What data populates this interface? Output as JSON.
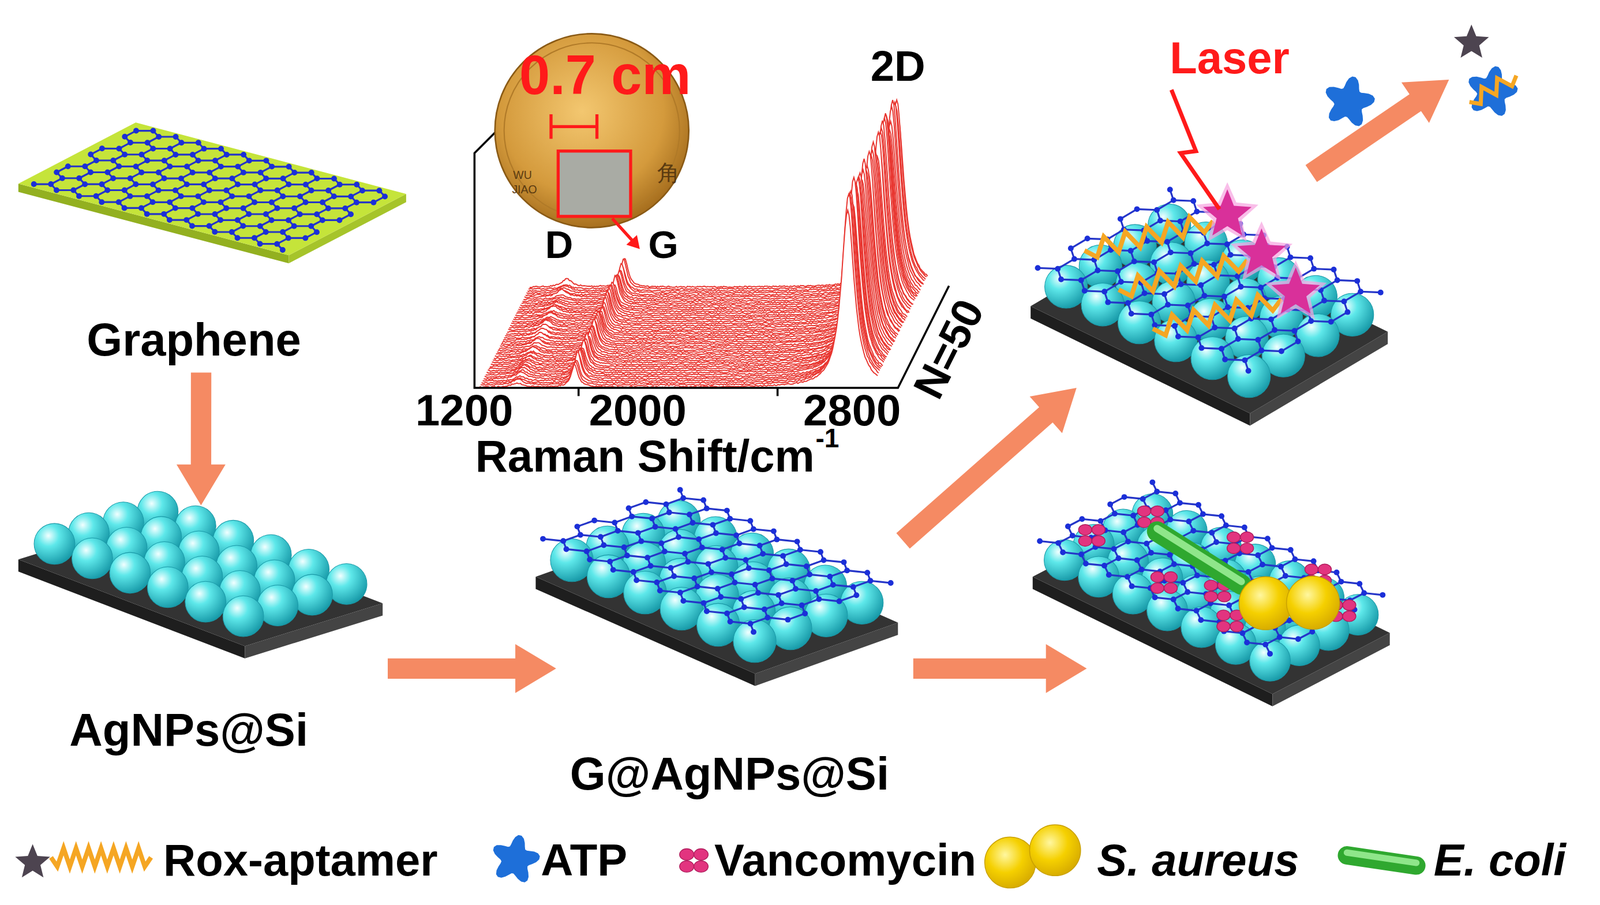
{
  "diagram": {
    "nodes": [
      {
        "text": [
          "Graphene"
        ]
      },
      {
        "text": [
          "AgNPs@Si"
        ]
      },
      {
        "text": [
          "G@AgNPs@Si"
        ]
      },
      {
        "text": [
          "Laser"
        ]
      }
    ],
    "edges": [
      {
        "from": 0,
        "to": 1,
        "arrow": "to"
      },
      {
        "from": 1,
        "to": 2,
        "arrow": "to"
      },
      {
        "from": 2,
        "to": 3,
        "arrow": "to"
      }
    ],
    "labels": [
      "0.7 cm",
      "WU",
      "JIAO",
      "角",
      "D",
      "G",
      "2D",
      "1200",
      "2000",
      "2800",
      "Raman Shift/cm",
      "-1",
      "N=50"
    ],
    "legend": [
      {
        "text": "Rox-aptamer"
      },
      {
        "text": "ATP"
      },
      {
        "text": "Vancomycin"
      },
      {
        "text": "S. aureus"
      },
      {
        "text": "E. coli"
      }
    ]
  }
}
